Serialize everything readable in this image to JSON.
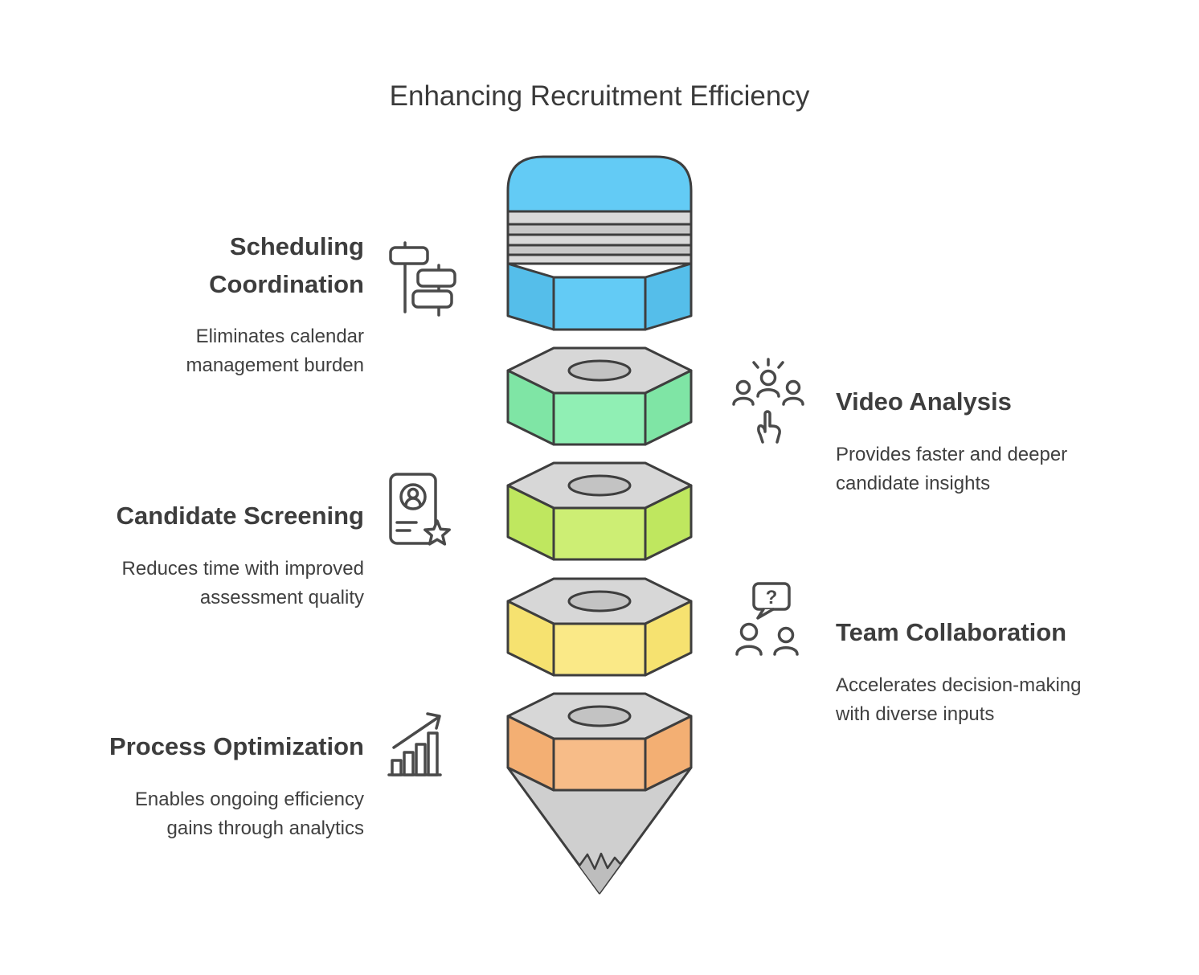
{
  "title": "Enhancing Recruitment Efficiency",
  "items": {
    "scheduling": {
      "title": "Scheduling Coordination",
      "description": "Eliminates calendar management burden"
    },
    "video": {
      "title": "Video Analysis",
      "description": "Provides faster and deeper candidate insights"
    },
    "screening": {
      "title": "Candidate Screening",
      "description": "Reduces time with improved assessment quality"
    },
    "collaboration": {
      "title": "Team Collaboration",
      "description": "Accelerates decision-making with diverse inputs"
    },
    "optimization": {
      "title": "Process Optimization",
      "description": "Enables ongoing efficiency gains through analytics"
    }
  },
  "funnel": {
    "segments": [
      {
        "name": "scheduling-coordination",
        "center": "#63CBF5",
        "side": "#55BEEA"
      },
      {
        "name": "video-analysis",
        "center": "#90EFB4",
        "side": "#7FE5A5"
      },
      {
        "name": "candidate-screening",
        "center": "#CDEE74",
        "side": "#BFE75F"
      },
      {
        "name": "team-collaboration",
        "center": "#FAE987",
        "side": "#F6E270"
      },
      {
        "name": "process-optimization",
        "center": "#F7BC88",
        "side": "#F3AF73"
      }
    ],
    "top_face_color": "#D7D7D7",
    "hole_color": "#C3C3C3",
    "band_light": "#D9D9D9",
    "band_dark": "#C8C8C8",
    "cone_color": "#CFCFCF",
    "cone_tip_color": "#BDBDBD",
    "outline_color": "#3E3E3E"
  },
  "icons": {
    "stroke_color": "#4A4A4A",
    "question_mark": "?"
  }
}
